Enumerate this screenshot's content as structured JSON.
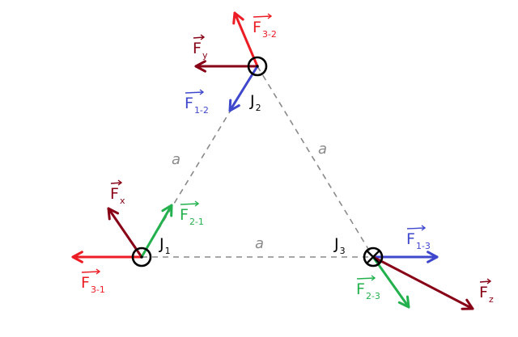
{
  "colors": {
    "red": "#ec1c24",
    "dark_red": "#880015",
    "blue": "#3f48cc",
    "green": "#22b14c",
    "dashed": "#8a8a8a",
    "ink": "#000000"
  },
  "wires": {
    "j1": {
      "name": "J",
      "sub": "1",
      "direction": "out-of-page"
    },
    "j2": {
      "name": "J",
      "sub": "2",
      "direction": "out-of-page"
    },
    "j3": {
      "name": "J",
      "sub": "3",
      "direction": "into-page"
    }
  },
  "sides": {
    "j1_j2": "a",
    "j2_j3": "a",
    "j1_j3": "a"
  },
  "forces": {
    "f3_2": {
      "name": "F",
      "sub": "3-2"
    },
    "fy": {
      "name": "F",
      "sub": "y"
    },
    "f1_2": {
      "name": "F",
      "sub": "1-2"
    },
    "fx": {
      "name": "F",
      "sub": "x"
    },
    "f2_1": {
      "name": "F",
      "sub": "2-1"
    },
    "f3_1": {
      "name": "F",
      "sub": "3-1"
    },
    "f1_3": {
      "name": "F",
      "sub": "1-3"
    },
    "f2_3": {
      "name": "F",
      "sub": "2-3"
    },
    "fz": {
      "name": "F",
      "sub": "z"
    }
  }
}
